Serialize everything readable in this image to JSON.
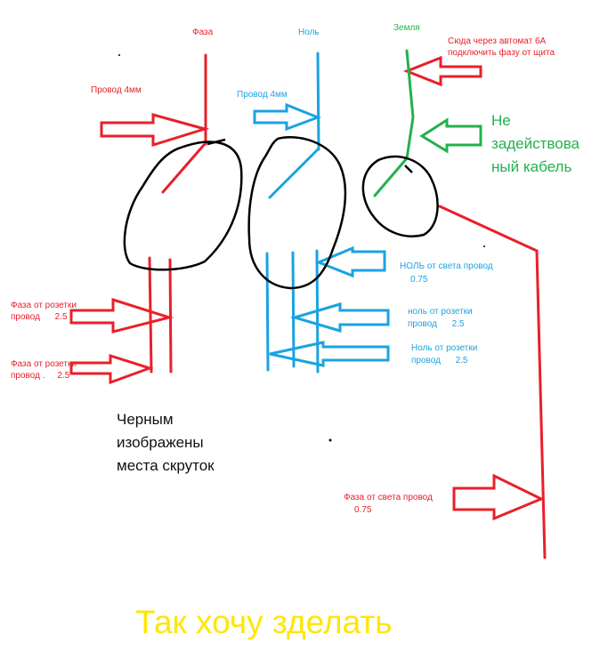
{
  "colors": {
    "phase": "#e8202a",
    "neutral": "#1aa3e0",
    "ground": "#22b14c",
    "twist": "#000000",
    "caption": "#ffe600"
  },
  "headers": {
    "phase": "Фаза",
    "neutral": "Ноль",
    "ground": "Земля"
  },
  "labels": {
    "phase_wire": "Провод 4мм",
    "neutral_wire": "Провод 4мм",
    "breaker_note_line1": "Сюда через автомат 6А",
    "breaker_note_line2": "подключить фазу от щита",
    "unused_cable_line1": "Не",
    "unused_cable_line2": "задействова",
    "unused_cable_line3": "ный кабель",
    "socket_phase_1_line1": "Фаза от розетки",
    "socket_phase_1_line2": "провод      2.5",
    "socket_phase_2_line1": "Фаза от розетки",
    "socket_phase_2_line2": "провод .     2.5",
    "light_neutral_line1": "НОЛЬ от света провод",
    "light_neutral_line2": "0.75",
    "socket_neutral_1_line1": "ноль от розетки",
    "socket_neutral_1_line2": "провод      2.5",
    "socket_neutral_2_line1": "Ноль от розетки",
    "socket_neutral_2_line2": "провод      2.5",
    "light_phase_line1": "Фаза от света провод",
    "light_phase_line2": "0.75",
    "twist_note_line1": "Черным",
    "twist_note_line2": "изображены",
    "twist_note_line3": "места скруток",
    "caption": "Так хочу зделать"
  }
}
